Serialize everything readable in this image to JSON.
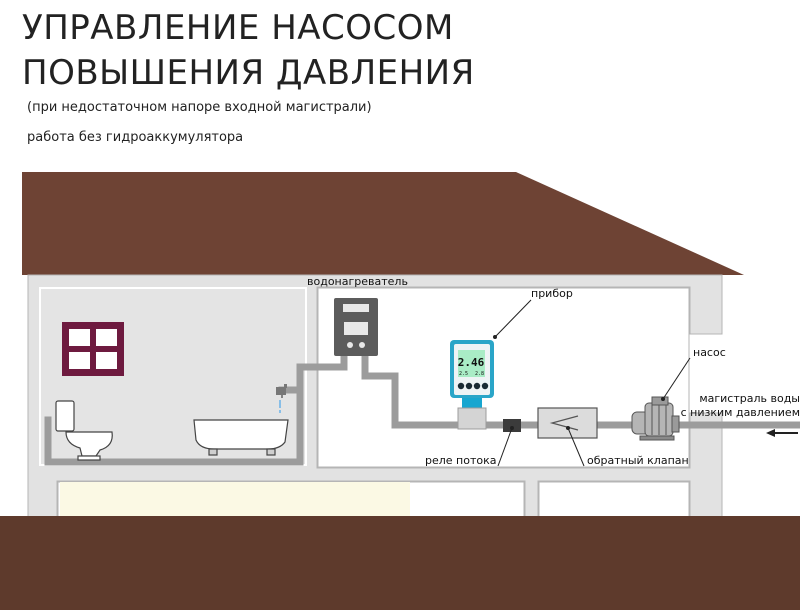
{
  "header": {
    "title_line1": "УПРАВЛЕНИЕ НАСОСОМ",
    "title_line2": "ПОВЫШЕНИЯ ДАВЛЕНИЯ",
    "subtitle1": "(при недостаточном напоре входной магистрали)",
    "subtitle2": "работа без гидроаккумулятора"
  },
  "labels": {
    "heater": "водонагреватель",
    "device": "прибор",
    "pump": "насос",
    "mains_line1": "магистраль воды",
    "mains_line2": "с низким давлением",
    "flow_relay": "реле потока",
    "check_valve": "обратный клапан"
  },
  "device_display": {
    "main_value": "2.46",
    "left_value": "2.5",
    "right_value": "2.8"
  },
  "colors": {
    "roof": "#6e4334",
    "ground": "#5e3a2c",
    "wall": "#e2e2e2",
    "pipe": "#9c9c9c",
    "window": "#6e1a3f",
    "device_body": "#2aa5c8",
    "floor_highlight": "#fbf9e4"
  }
}
